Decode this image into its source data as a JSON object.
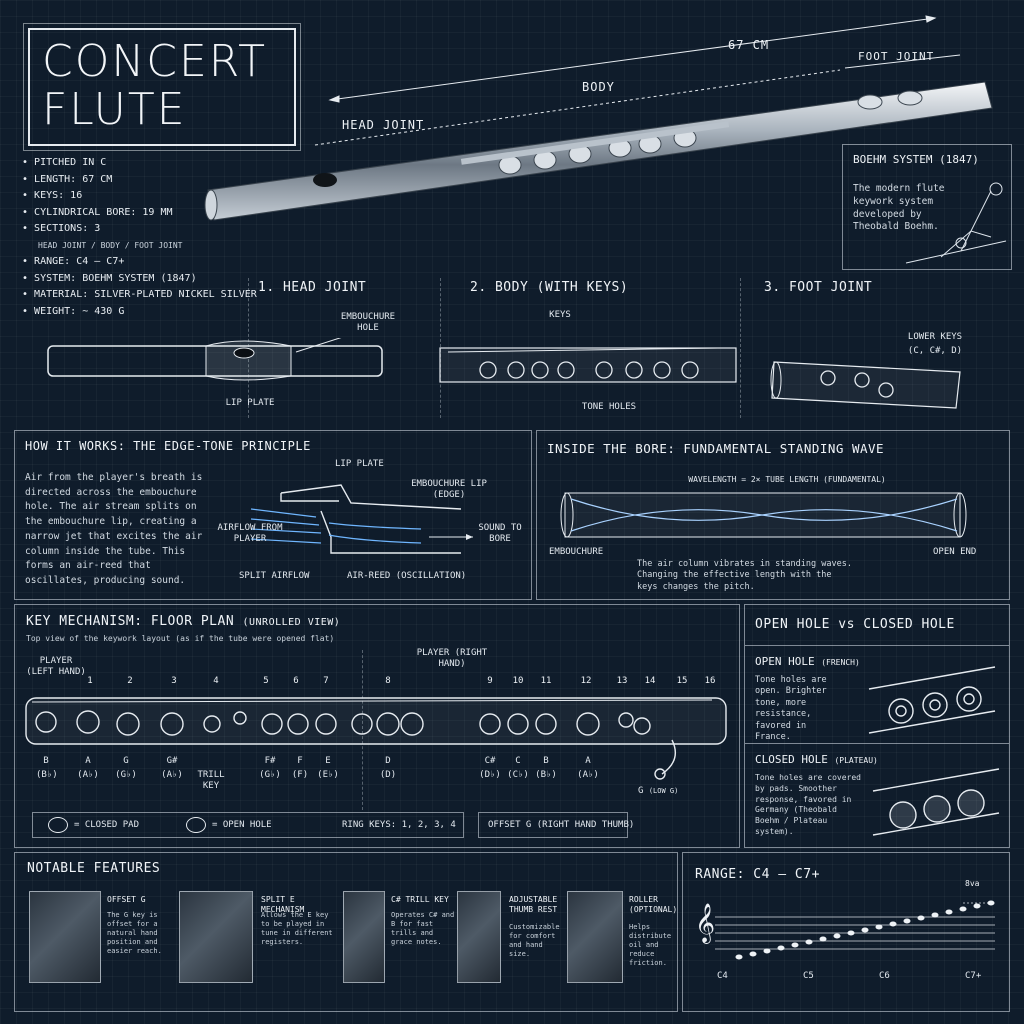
{
  "title": {
    "line1": "CONCERT",
    "line2": "FLUTE"
  },
  "length_dim": "67 cm",
  "sections": {
    "body": "BODY",
    "head_joint": "HEAD JOINT",
    "foot_joint": "FOOT JOINT"
  },
  "specs": {
    "items": [
      "PITCHED IN C",
      "LENGTH: 67 cm",
      "KEYS: 16",
      "CYLINDRICAL BORE: 19 mm",
      "SECTIONS: 3"
    ],
    "sections_sub": "HEAD JOINT / BODY / FOOT JOINT",
    "items2": [
      "RANGE: C4 – C7+",
      "SYSTEM: BOEHM SYSTEM (1847)",
      "MATERIAL: SILVER-PLATED NICKEL SILVER",
      "WEIGHT: ~ 430 g"
    ]
  },
  "boehm": {
    "title": "BOEHM SYSTEM (1847)",
    "text": "The modern flute keywork system developed by Theobald Boehm."
  },
  "parts": {
    "head": {
      "title": "1. HEAD JOINT",
      "embouchure": "EMBOUCHURE HOLE",
      "lip_plate": "LIP PLATE"
    },
    "body": {
      "title": "2. BODY (WITH KEYS)",
      "keys": "KEYS",
      "tone_holes": "TONE HOLES"
    },
    "foot": {
      "title": "3. FOOT JOINT",
      "lower_keys": "LOWER KEYS",
      "lower_keys_sub": "(C, C#, D)"
    }
  },
  "how": {
    "title": "HOW IT WORKS: THE EDGE-TONE PRINCIPLE",
    "text": "Air from the player's breath is directed across the embouchure hole. The air stream splits on the embouchure lip, creating a narrow jet that excites the air column inside the tube. This forms an air-reed that oscillates, producing sound.",
    "lip_plate": "LIP PLATE",
    "emb_lip": "EMBOUCHURE LIP (EDGE)",
    "airflow": "AIRFLOW FROM PLAYER",
    "sound": "SOUND TO BORE",
    "split": "SPLIT AIRFLOW",
    "air_reed": "AIR-REED (OSCILLATION)"
  },
  "bore": {
    "title": "INSIDE THE BORE: FUNDAMENTAL STANDING WAVE",
    "wavelength": "WAVELENGTH = 2× TUBE LENGTH (FUNDAMENTAL)",
    "embouchure": "EMBOUCHURE",
    "open_end": "OPEN END",
    "text": "The air column vibrates in standing waves. Changing the effective length with the keys changes the pitch."
  },
  "keymech": {
    "title": "KEY MECHANISM: FLOOR PLAN",
    "title_sub": "(UNROLLED VIEW)",
    "subtitle": "Top view of the keywork layout (as if the tube were opened flat)",
    "player_left": "PLAYER (LEFT HAND)",
    "player_right": "PLAYER (RIGHT HAND)",
    "numbers": [
      "1",
      "2",
      "3",
      "4",
      "5",
      "6",
      "7",
      "8",
      "9",
      "10",
      "11",
      "12",
      "13",
      "14",
      "15",
      "16"
    ],
    "notes": [
      {
        "n": "B",
        "s": "(B♭)"
      },
      {
        "n": "A",
        "s": "(A♭)"
      },
      {
        "n": "G",
        "s": "(G♭)"
      },
      {
        "n": "G#",
        "s": "(A♭)"
      },
      {
        "n": "TRILL KEY",
        "s": ""
      },
      {
        "n": "F#",
        "s": "(G♭)"
      },
      {
        "n": "F",
        "s": "(F)"
      },
      {
        "n": "E",
        "s": "(E♭)"
      },
      {
        "n": "D",
        "s": "(D)"
      },
      {
        "n": "C#",
        "s": "(D♭)"
      },
      {
        "n": "C",
        "s": "(C♭)"
      },
      {
        "n": "B",
        "s": "(B♭)"
      },
      {
        "n": "A",
        "s": "(A♭)"
      }
    ],
    "low_g": "G",
    "low_g_sub": "(LOW G)",
    "legend_closed": "= CLOSED PAD",
    "legend_open": "= OPEN HOLE",
    "ring_keys": "RING KEYS: 1, 2, 3, 4",
    "offset_g": "OFFSET G (RIGHT HAND THUMB)"
  },
  "openclosed": {
    "title": "OPEN HOLE vs CLOSED HOLE",
    "open_title": "OPEN HOLE",
    "open_sub": "(FRENCH)",
    "open_text": "Tone holes are open. Brighter tone, more resistance, favored in France.",
    "closed_title": "CLOSED HOLE",
    "closed_sub": "(PLATEAU)",
    "closed_text": "Tone holes are covered by pads. Smoother response, favored in Germany (Theobald Boehm / Plateau system)."
  },
  "features": {
    "title": "NOTABLE FEATURES",
    "items": [
      {
        "title": "OFFSET G",
        "text": "The G key is offset for a natural hand position and easier reach."
      },
      {
        "title": "SPLIT E MECHANISM",
        "text": "Allows the E key to be played in tune in different registers."
      },
      {
        "title": "C# TRILL KEY",
        "text": "Operates C# and B for fast trills and grace notes."
      },
      {
        "title": "ADJUSTABLE THUMB REST",
        "text": "Customizable for comfort and hand size."
      },
      {
        "title": "ROLLER (OPTIONAL)",
        "text": "Helps distribute oil and reduce friction."
      }
    ]
  },
  "range": {
    "title": "RANGE: C4 – C7+",
    "labels": [
      "C4",
      "C5",
      "C6",
      "C7+"
    ],
    "octave": "8va",
    "clef": "𝄞"
  }
}
